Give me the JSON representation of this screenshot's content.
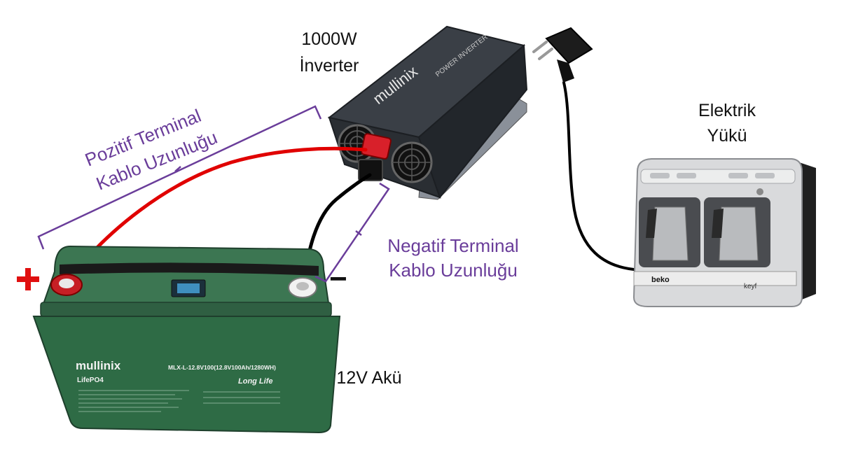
{
  "labels": {
    "inverter_line1": "1000W",
    "inverter_line2": "İnverter",
    "load_line1": "Elektrik",
    "load_line2": "Yükü",
    "battery": "12V Akü",
    "positive_line1": "Pozitif Terminal",
    "positive_line2": "Kablo Uzunluğu",
    "negative_line1": "Negatif Terminal",
    "negative_line2": "Kablo Uzunluğu",
    "minus_sign": "−"
  },
  "battery": {
    "brand": "mullinix",
    "model": "MLX-L-12.8V100(12.8V100Ah/1280WH)",
    "chemistry": "LifePO4",
    "tagline": "Long Life"
  },
  "inverter": {
    "brand": "mullinix",
    "side_text": "POWER INVERTER"
  },
  "appliance": {
    "brand": "beko",
    "model": "keyf"
  },
  "colors": {
    "annotation": "#6a3d9a",
    "positive": "#e00000",
    "negative": "#000000",
    "battery_body": "#2e6b45",
    "inverter_body": "#2b2f35"
  }
}
